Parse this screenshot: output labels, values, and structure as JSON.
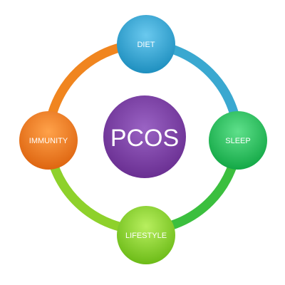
{
  "diagram": {
    "center": {
      "label": "PCOS",
      "color": "#7b3fa0"
    },
    "nodes": [
      {
        "id": "diet",
        "label": "DIET",
        "color": "#2ea8d4"
      },
      {
        "id": "sleep",
        "label": "SLEEP",
        "color": "#22c45a"
      },
      {
        "id": "lifestyle",
        "label": "LIFESTYLE",
        "color": "#86d62a"
      },
      {
        "id": "immunity",
        "label": "IMMUNITY",
        "color": "#f07a1c"
      }
    ],
    "ring_colors": {
      "diet_to_sleep": "#3aa8d0",
      "sleep_to_lifestyle": "#3bbf3e",
      "lifestyle_to_immunity": "#8ed12b",
      "immunity_to_diet": "#f0851f"
    }
  }
}
